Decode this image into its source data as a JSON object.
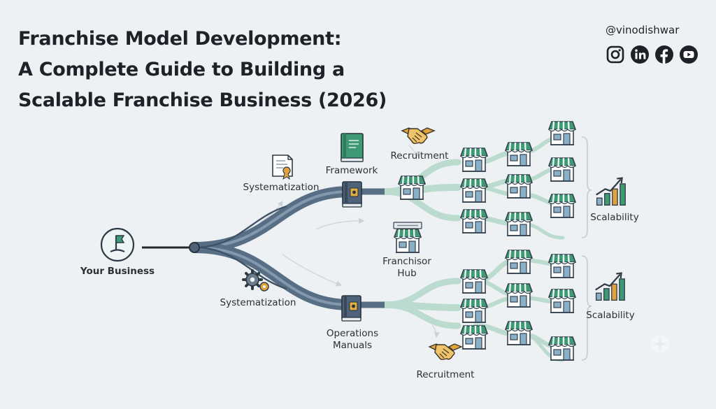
{
  "title": {
    "line1": "Franchise Model Development:",
    "line2": "A Complete Guide to Building a",
    "line3": "Scalable Franchise Business (2026)"
  },
  "handle": "@vinodishwar",
  "socials": [
    "instagram-icon",
    "linkedin-icon",
    "facebook-icon",
    "youtube-icon"
  ],
  "labels": {
    "your_business": "Your Business",
    "systematization_top": "Systematization",
    "systematization_bottom": "Systematization",
    "framework": "Framework",
    "recruitment_top": "Recruitment",
    "recruitment_bottom": "Recruitment",
    "franchisor_hub_line1": "Franchisor",
    "franchisor_hub_line2": "Hub",
    "operations_manuals_line1": "Operations",
    "operations_manuals_line2": "Manuals",
    "scalability_top": "Scalability",
    "scalability_bottom": "Scalability"
  },
  "colors": {
    "trunk": "#586e85",
    "trunk_light": "#8ea2b6",
    "flow": "#b9dacd",
    "store_green": "#3d9a75",
    "store_blue": "#8ab0c8",
    "handshake": "#e2a33e"
  }
}
